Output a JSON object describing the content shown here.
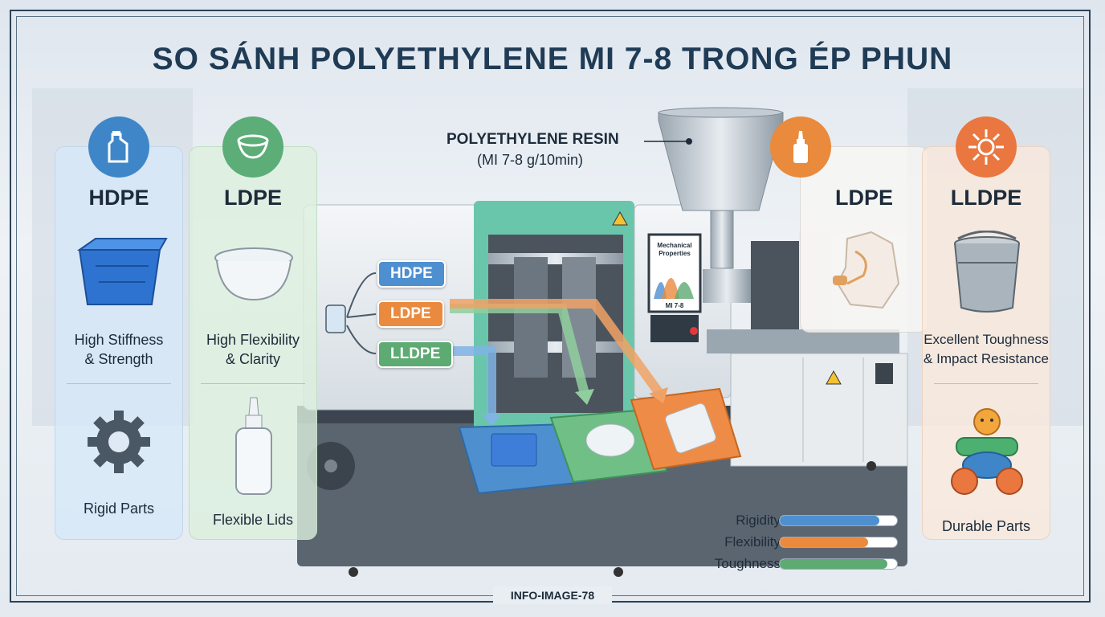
{
  "title": "SO SÁNH POLYETHYLENE MI 7-8 TRONG ÉP PHUN",
  "resin": {
    "line1": "POLYETHYLENE RESIN",
    "line2": "(MI 7-8 g/10min)"
  },
  "cards": [
    {
      "name": "HDPE",
      "feature_1": "High Stiffness",
      "feature_2": "& Strength",
      "use": "Rigid Parts",
      "color": "#3f86c9",
      "icon": "bottle-jug-icon"
    },
    {
      "name": "LDPE",
      "feature_1": "High Flexibility",
      "feature_2": "& Clarity",
      "use": "Flexible Lids",
      "color": "#5cad77",
      "icon": "bowl-icon"
    },
    {
      "name": "LDPE",
      "icon": "squeeze-bottle-icon",
      "color": "#e98a3c"
    },
    {
      "name": "LLDPE",
      "feature_1": "Excellent Toughness",
      "feature_2": "& Impact Resistance",
      "use": "Durable Parts",
      "color": "#e9773f",
      "icon": "impact-burst-icon"
    }
  ],
  "machine": {
    "tags": [
      {
        "label": "HDPE",
        "color": "#4e8fd0"
      },
      {
        "label": "LDPE",
        "color": "#ea8a3e"
      },
      {
        "label": "LLDPE",
        "color": "#5daa72"
      }
    ],
    "screen_title_1": "Mechanical",
    "screen_title_2": "Properties",
    "screen_caption": "MI 7-8"
  },
  "properties": [
    {
      "label": "Rigidity",
      "value": 0.85,
      "color": "#4e8fd0"
    },
    {
      "label": "Flexibility",
      "value": 0.75,
      "color": "#ea8a3e"
    },
    {
      "label": "Toughness",
      "value": 0.92,
      "color": "#5daa72"
    }
  ],
  "footer": "INFO-IMAGE-78"
}
